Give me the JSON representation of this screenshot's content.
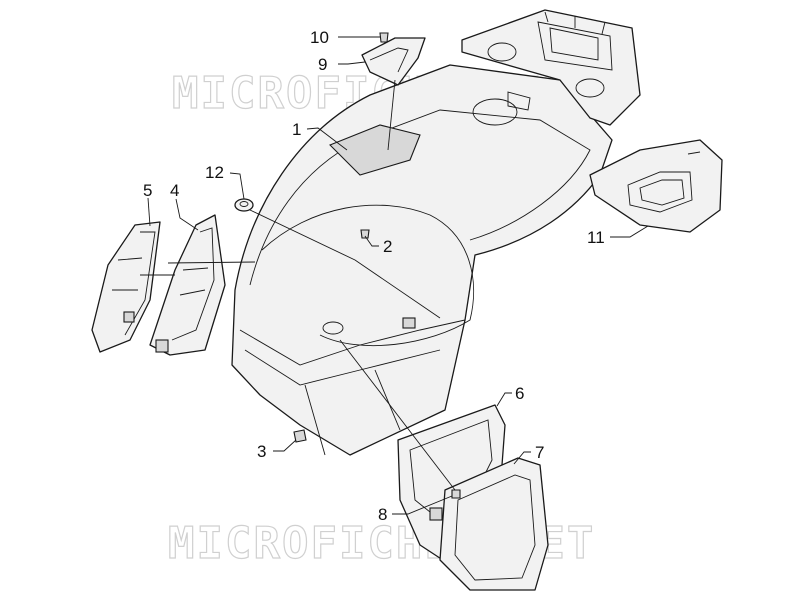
{
  "watermark": {
    "text": "MICROFICHES.NET"
  },
  "callouts": [
    {
      "id": "1",
      "label": "1"
    },
    {
      "id": "2",
      "label": "2"
    },
    {
      "id": "3",
      "label": "3"
    },
    {
      "id": "4",
      "label": "4"
    },
    {
      "id": "5",
      "label": "5"
    },
    {
      "id": "6",
      "label": "6"
    },
    {
      "id": "7",
      "label": "7"
    },
    {
      "id": "8",
      "label": "8"
    },
    {
      "id": "9",
      "label": "9"
    },
    {
      "id": "10",
      "label": "10"
    },
    {
      "id": "11",
      "label": "11"
    },
    {
      "id": "12",
      "label": "12"
    }
  ],
  "colors": {
    "line": "#1a1a1a",
    "fill": "#f2f2f2",
    "watermark": "#d0d0d0"
  }
}
